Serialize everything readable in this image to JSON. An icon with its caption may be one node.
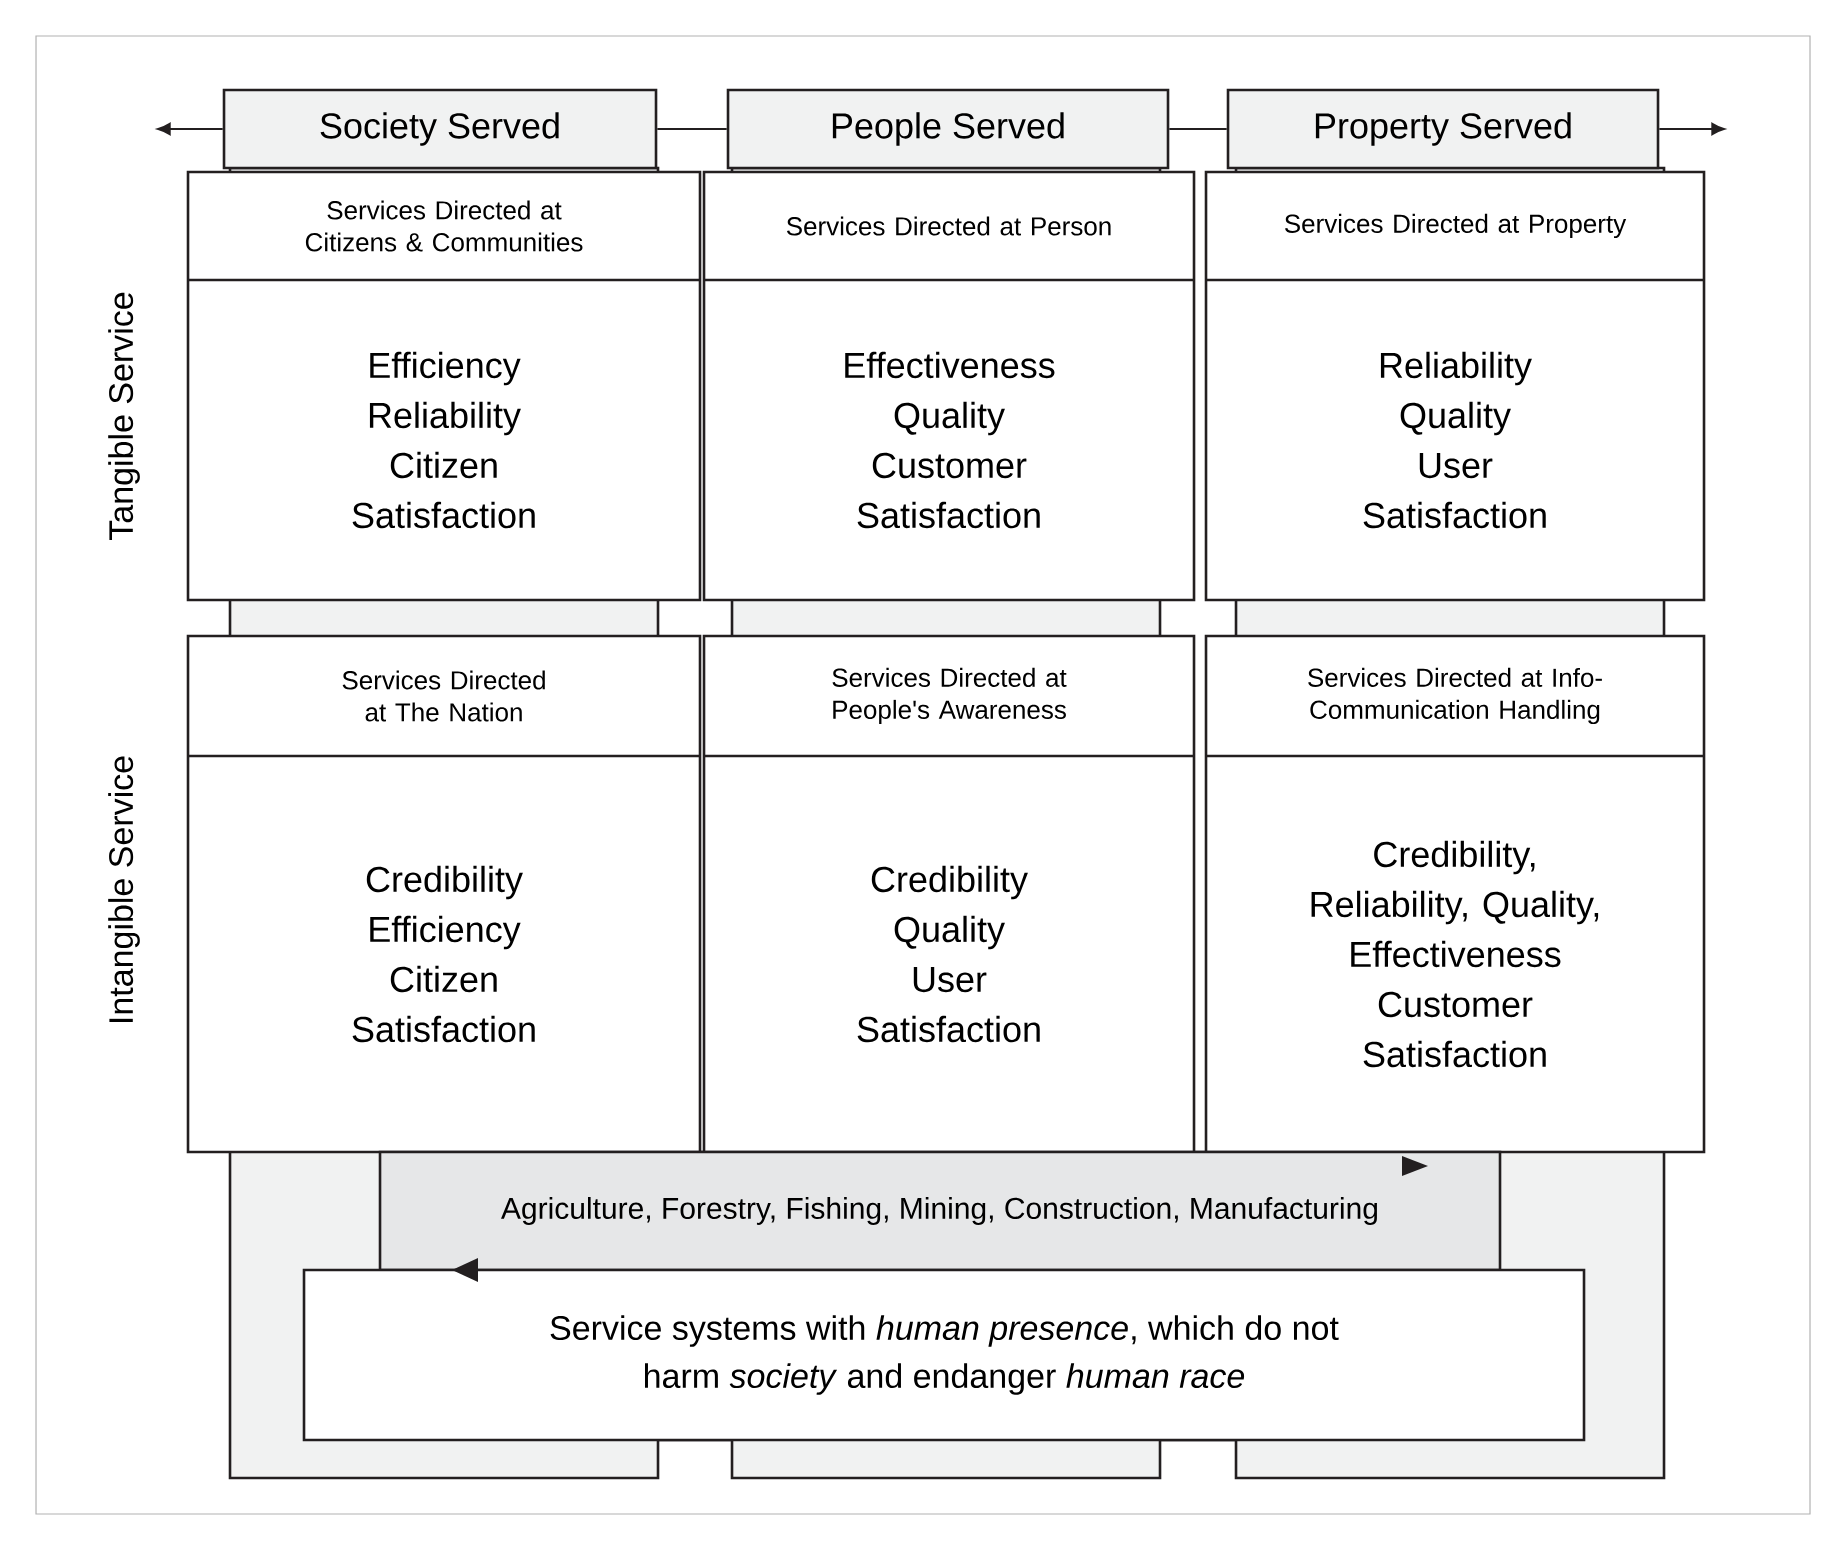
{
  "diagram": {
    "nodes": [
      {
        "text": [
          "Society Served"
        ]
      },
      {
        "text": [
          "People Served"
        ]
      },
      {
        "text": [
          "Property Served"
        ]
      },
      {
        "text": [
          "Services Directed at Citizens & Communities",
          "Efficiency Reliability Citizen Satisfaction"
        ]
      },
      {
        "text": [
          "Services Directed at Person",
          "Effectiveness Quality Customer Satisfaction"
        ]
      },
      {
        "text": [
          "Services Directed at Property",
          "Reliability Quality User Satisfaction"
        ]
      },
      {
        "text": [
          "Services Directed at The Nation",
          "Credibility Efficiency Citizen Satisfaction"
        ]
      },
      {
        "text": [
          "Services Directed at People's Awareness",
          "Credibility Quality User Satisfaction"
        ]
      },
      {
        "text": [
          "Services Directed at Info-Communication Handling",
          "Credibility, Reliability, Quality, Effectiveness Customer Satisfaction"
        ]
      },
      {
        "text": [
          "Agriculture, Forestry, Fishing, Mining, Construction, Manufacturing"
        ]
      },
      {
        "text": [
          "Service systems with *human presence*, which do not harm *society* and endanger *human race*"
        ]
      }
    ],
    "edges": [
      {
        "from": 0,
        "to": null,
        "arrow": "to"
      },
      {
        "from": 0,
        "to": 1,
        "arrow": "none"
      },
      {
        "from": 1,
        "to": 2,
        "arrow": "none"
      },
      {
        "from": 2,
        "to": null,
        "arrow": "to"
      }
    ],
    "labels": [
      "Tangible Service",
      "Intangible Service"
    ]
  }
}
